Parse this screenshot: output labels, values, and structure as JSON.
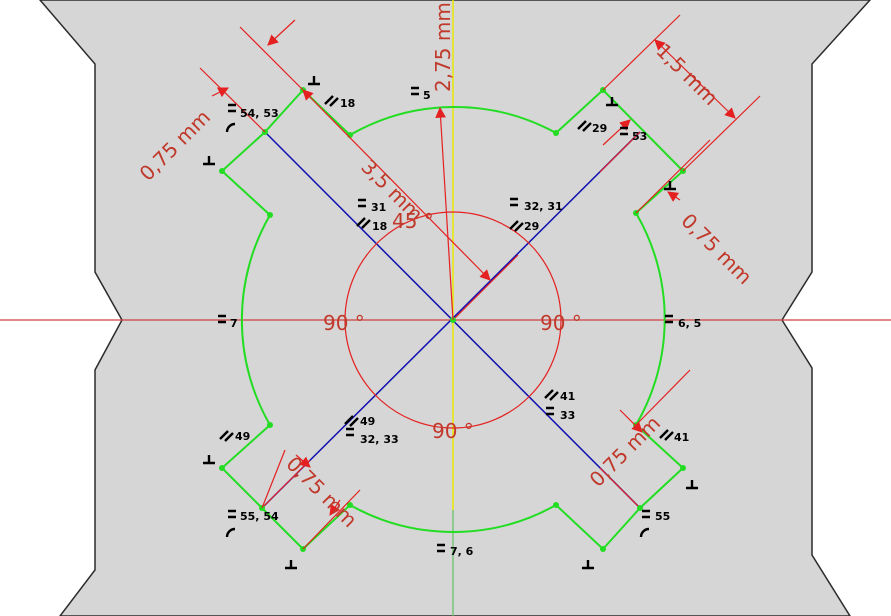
{
  "dimensions": {
    "d_2_75": "2,75 mm",
    "d_1_5": "1,5 mm",
    "d_3_5": "3,5 mm",
    "d_075_tl": "0,75 mm",
    "d_075_r": "0,75 mm",
    "d_075_bl": "0,75 mm",
    "d_075_br": "0,75 mm"
  },
  "angles": {
    "a45": "45 °",
    "a90_left": "90 °",
    "a90_right": "90 °",
    "a90_bottom": "90 °"
  },
  "constraints": {
    "c5": "5",
    "c54_53": "54, 53",
    "c18_top": "18",
    "c29_top": "29",
    "c53_r": "53",
    "c31": "31",
    "c18": "18",
    "c32_31": "32, 31",
    "c29": "29",
    "c7": "7",
    "c6_5": "6, 5",
    "c49_l": "49",
    "c49": "49",
    "c32_33": "32, 33",
    "c41": "41",
    "c33": "33",
    "c41_r": "41",
    "c55_54": "55, 54",
    "c55": "55",
    "c7_6": "7, 6"
  },
  "colors": {
    "background": "#ffffff",
    "body": "#d6d6d6",
    "outline": "#2b2b2b",
    "profile": "#22dd22",
    "construction": "#1010b0",
    "dimension": "#e52020",
    "axis_vertical": "#e8e800",
    "axis_horizontal": "#d04040",
    "angle_text": "#c0392b"
  }
}
